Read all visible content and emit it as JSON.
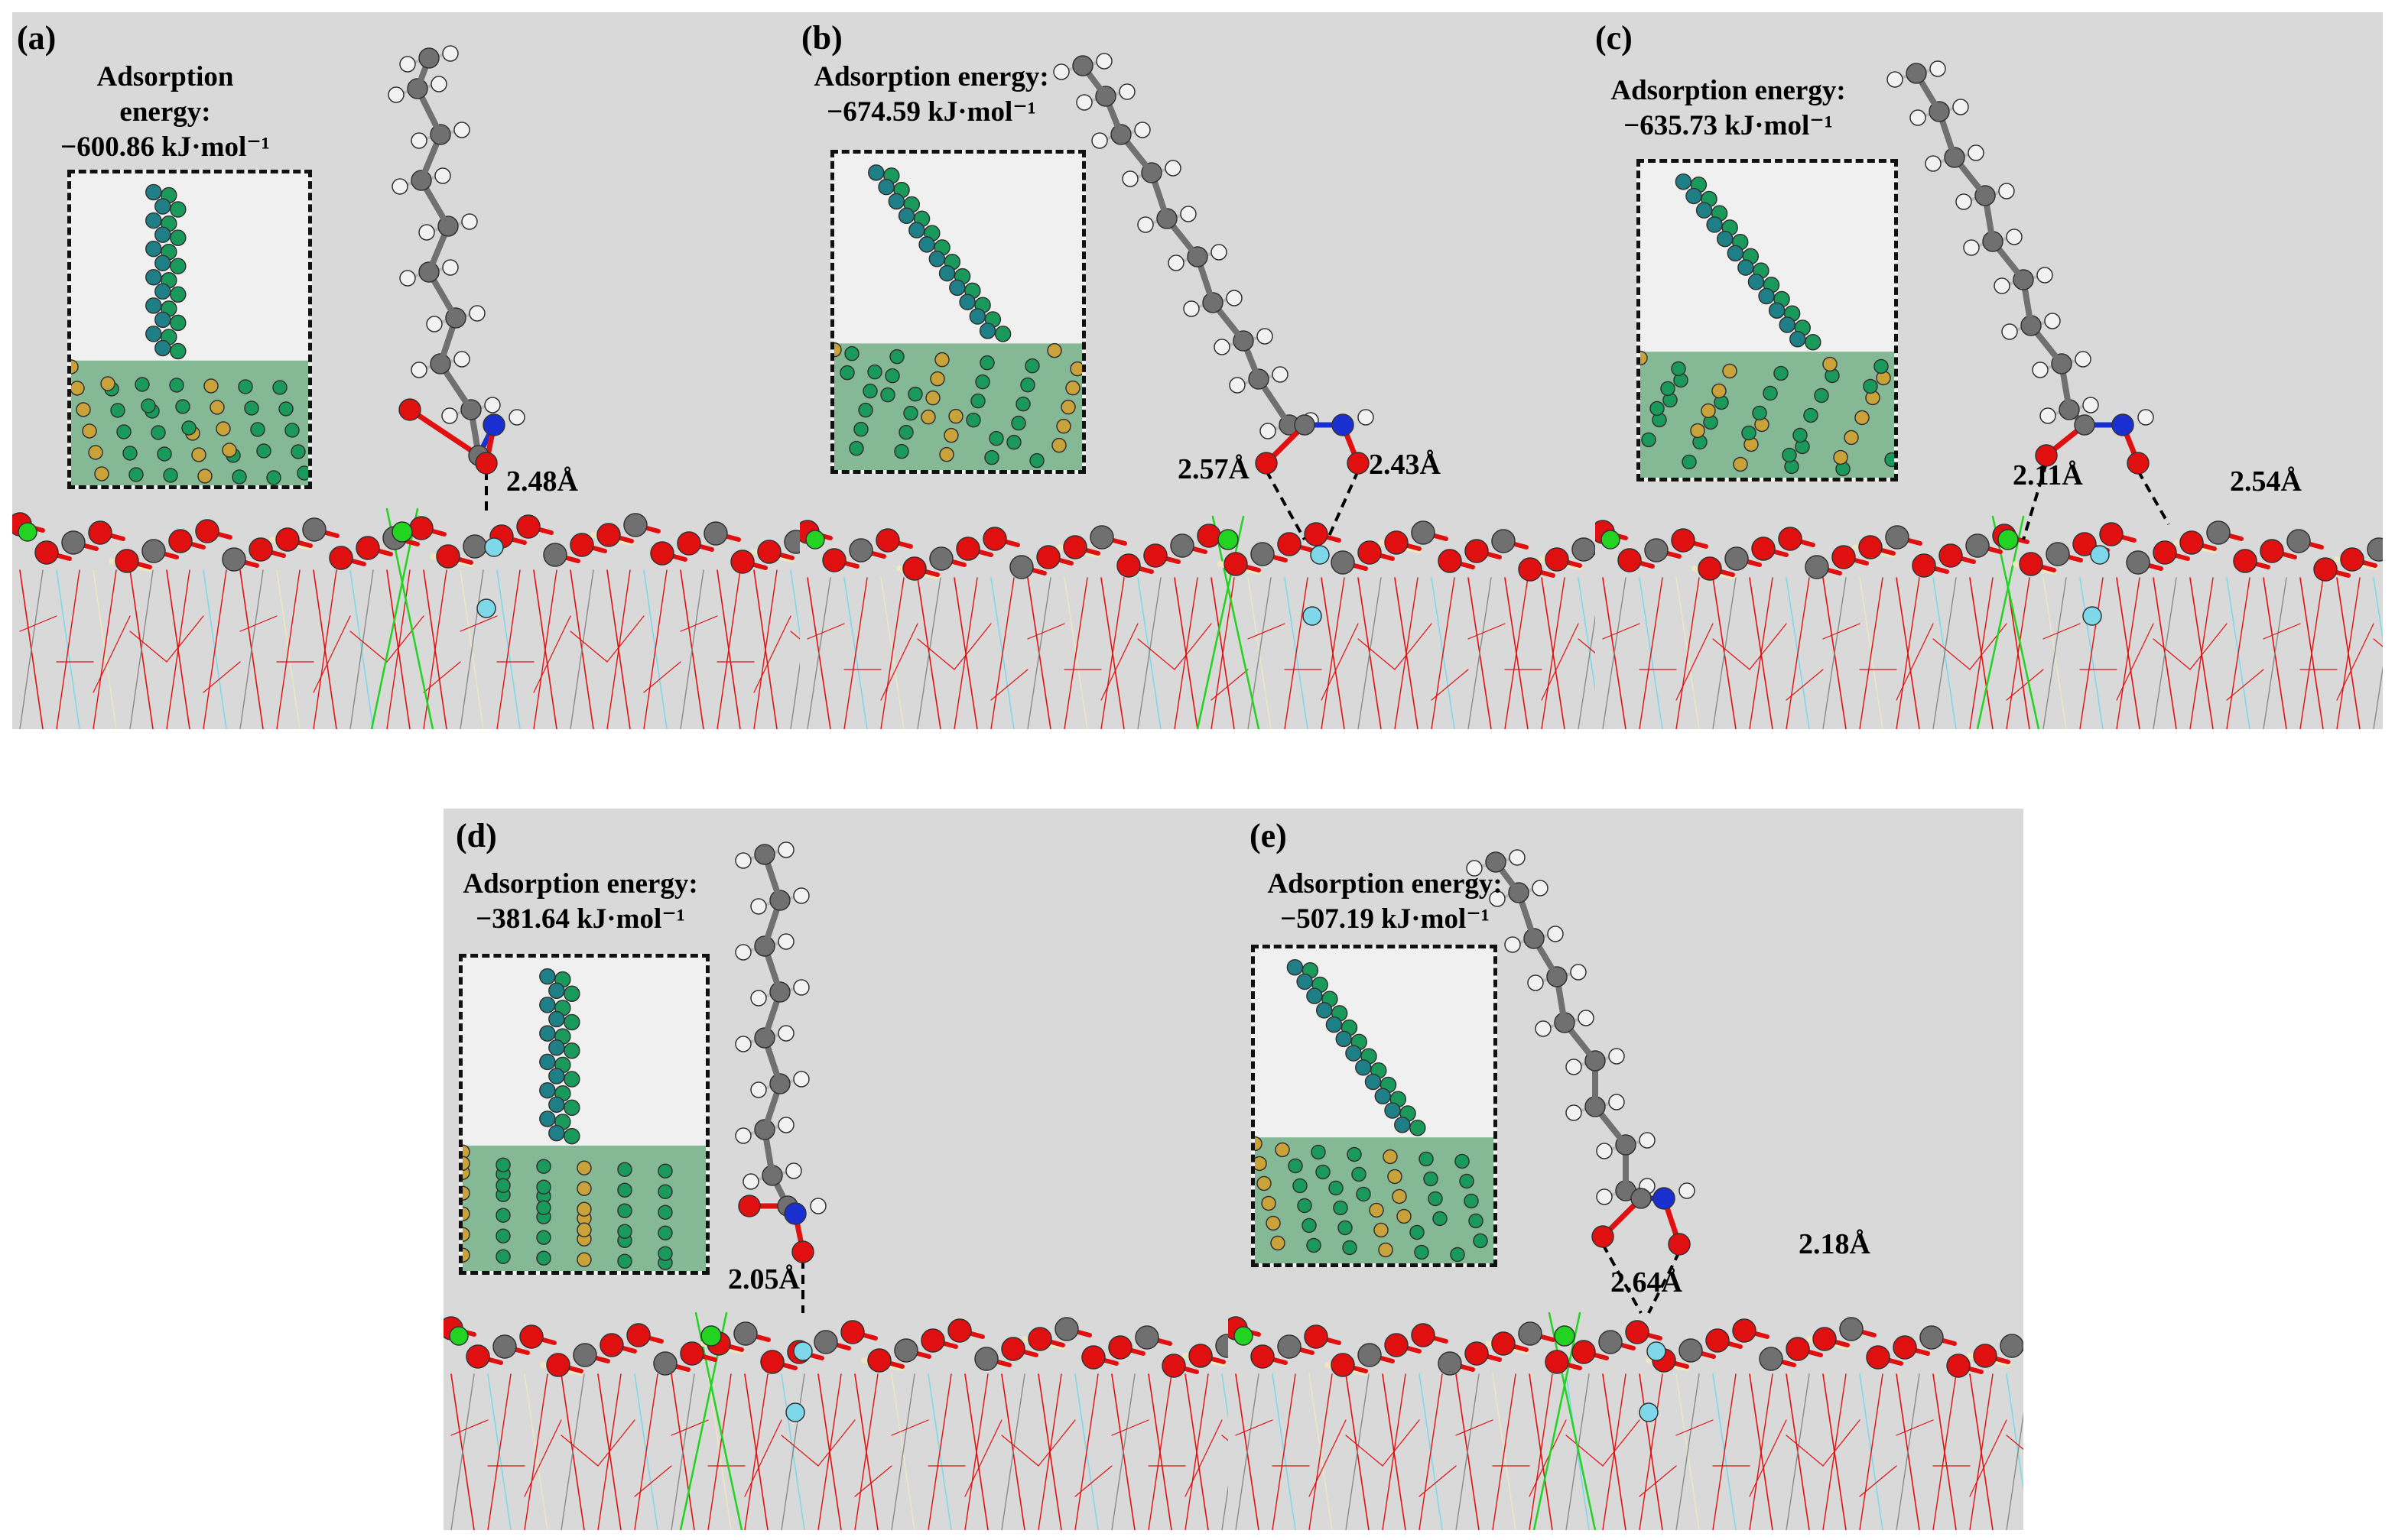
{
  "panels": [
    {
      "label": "(a)",
      "energy_title": "Adsorption energy:",
      "energy_value": "−600.86 kJ·mol⁻¹",
      "distances": [
        "2.48Å"
      ]
    },
    {
      "label": "(b)",
      "energy_title": "Adsorption energy:",
      "energy_value": "−674.59 kJ·mol⁻¹",
      "distances": [
        "2.57Å",
        "2.43Å"
      ]
    },
    {
      "label": "(c)",
      "energy_title": "Adsorption energy:",
      "energy_value": "−635.73 kJ·mol⁻¹",
      "distances": [
        "2.11Å",
        "2.54Å"
      ]
    },
    {
      "label": "(d)",
      "energy_title": "Adsorption energy:",
      "energy_value": "−381.64 kJ·mol⁻¹",
      "distances": [
        "2.05Å"
      ]
    },
    {
      "label": "(e)",
      "energy_title": "Adsorption energy:",
      "energy_value": "−507.19 kJ·mol⁻¹",
      "distances": [
        "2.64Å",
        "2.18Å"
      ]
    }
  ],
  "colors": {
    "panel_bg": "#d9d9d9",
    "oxygen": "#e01010",
    "carbon": "#707070",
    "hydrogen": "#f2f2f2",
    "nitrogen": "#1a2fd0",
    "calcium_green": "#22d322",
    "fluorine_cyan": "#7fd8ea",
    "phosphorus_cream": "#ede6c0",
    "density_green": "#1a9a5a",
    "density_teal": "#1f7f86"
  }
}
